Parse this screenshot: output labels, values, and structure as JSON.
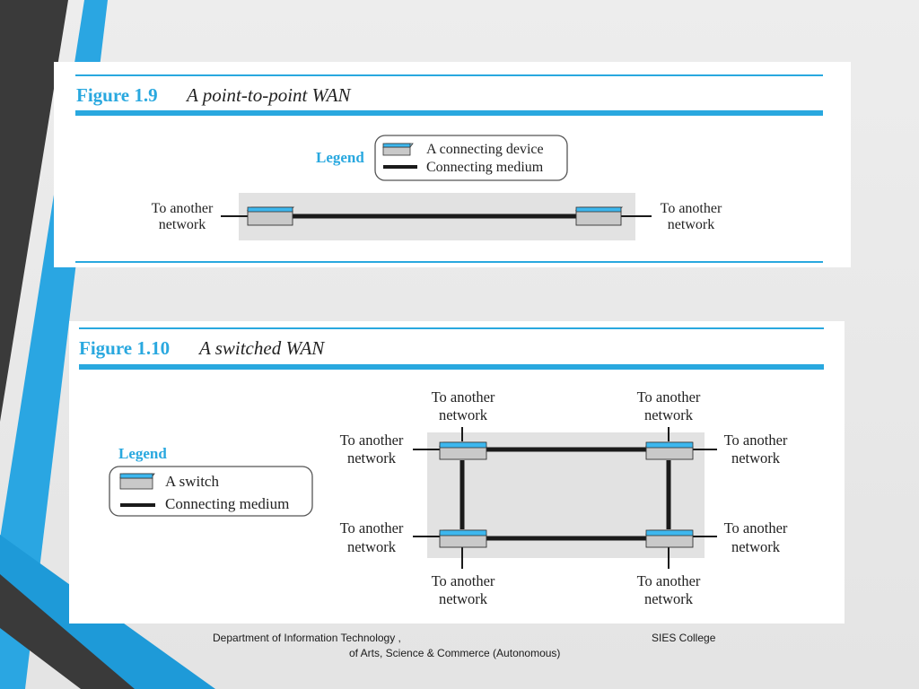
{
  "figure1": {
    "number": "Figure 1.9",
    "title": "A point-to-point WAN",
    "legend_title": "Legend",
    "legend_device": "A connecting device",
    "legend_medium": "Connecting medium",
    "left_label": [
      "To another",
      "network"
    ],
    "right_label": [
      "To another",
      "network"
    ]
  },
  "figure2": {
    "number": "Figure 1.10",
    "title": "A switched WAN",
    "legend_title": "Legend",
    "legend_switch": "A switch",
    "legend_medium": "Connecting medium",
    "network_label": [
      "To another",
      "network"
    ]
  },
  "footer": {
    "left": "Department of Information Technology ,",
    "right": "SIES College",
    "line2": "of Arts, Science & Commerce (Autonomous)"
  },
  "colors": {
    "accent": "#29a8df",
    "device_top": "#3db7ee",
    "device_front": "#c9c9c9",
    "medium": "#1a1a1a",
    "shade": "#e2e2e2"
  }
}
